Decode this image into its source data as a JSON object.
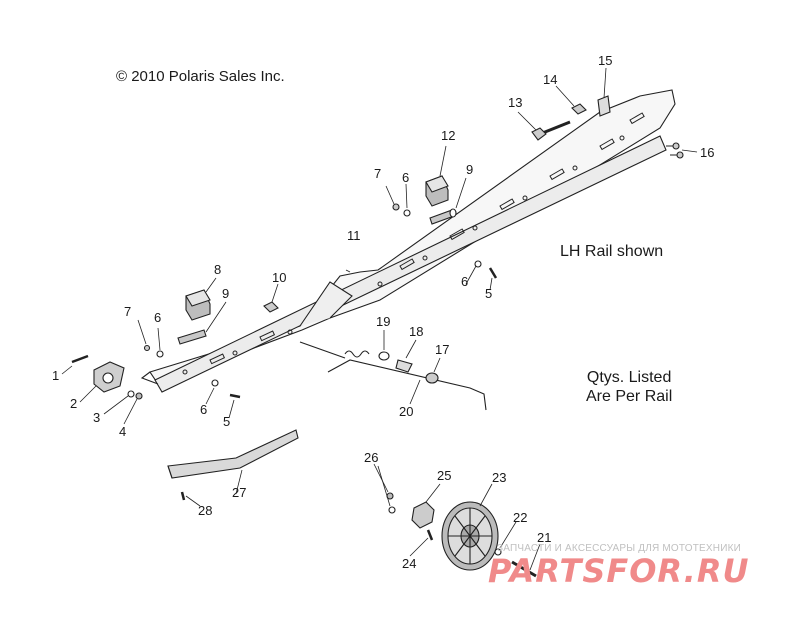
{
  "copyright": "© 2010 Polaris Sales Inc.",
  "note_rail": "LH Rail shown",
  "note_qty_line1": "Qtys. Listed",
  "note_qty_line2": "Are Per Rail",
  "callouts": [
    "1",
    "2",
    "3",
    "4",
    "5",
    "5",
    "6",
    "6",
    "6",
    "6",
    "7",
    "7",
    "8",
    "9",
    "9",
    "10",
    "11",
    "12",
    "13",
    "14",
    "15",
    "16",
    "17",
    "18",
    "19",
    "20",
    "21",
    "22",
    "23",
    "24",
    "25",
    "26",
    "27",
    "28"
  ],
  "watermark": {
    "subtitle": "ЗАПЧАСТИ И АКСЕССУАРЫ ДЛЯ МОТОТЕХНИКИ",
    "logo": "PARTSFOR.RU",
    "color": "#f08a8a"
  }
}
